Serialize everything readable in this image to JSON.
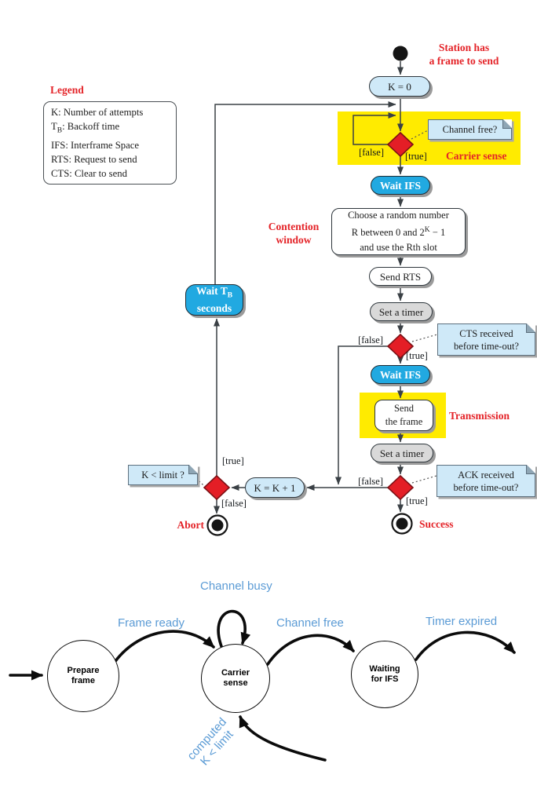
{
  "colors": {
    "red": "#e42328",
    "cyan": "#21a9e1",
    "lightblue": "#cfe9f8",
    "yellow": "#ffeb00",
    "grayfill": "#d9d9d9",
    "line": "#3a4045",
    "noteborder": "#5d707e",
    "bluelabel": "#5b9bd5"
  },
  "legend": {
    "title": "Legend",
    "item_k": "K: Number of attempts",
    "item_tb_pre": "T",
    "item_tb_sub": "B",
    "item_tb_post": ": Backoff time",
    "item_ifs": "IFS: Interframe Space",
    "item_rts": "RTS: Request to send",
    "item_cts": "CTS: Clear to send"
  },
  "flow": {
    "station1": "Station has",
    "station2": "a frame to send",
    "k0": "K = 0",
    "true_label": "[true]",
    "false_label": "[false]",
    "carrier_sense": "Carrier sense",
    "note_channel_free": "Channel free?",
    "wait_ifs": "Wait IFS",
    "contention1": "Contention",
    "contention2": "window",
    "choose1": "Choose a random number",
    "choose2a": "R between 0 and 2",
    "choose2sup": "K",
    "choose2b": " − 1",
    "choose3": "and use the Rth slot",
    "send_rts": "Send RTS",
    "set_timer": "Set a timer",
    "note_cts1": "CTS received",
    "note_cts2": "before time-out?",
    "send_frame1": "Send",
    "send_frame2": "the frame",
    "transmission": "Transmission",
    "note_ack1": "ACK received",
    "note_ack2": "before time-out?",
    "success": "Success",
    "kk1": "K = K + 1",
    "note_klimit": "K < limit ?",
    "abort": "Abort",
    "wait_tb1a": "Wait T",
    "wait_tb1sub": "B",
    "wait_tb2": "seconds"
  },
  "state_machine": {
    "states": [
      {
        "l1": "Prepare",
        "l2": "frame"
      },
      {
        "l1": "Carrier",
        "l2": "sense"
      },
      {
        "l1": "Waiting",
        "l2": "for IFS"
      }
    ],
    "frame_ready": "Frame ready",
    "channel_busy": "Channel busy",
    "channel_free": "Channel free",
    "timer_expired": "Timer expired",
    "computed1": "computed",
    "computed2": "K < limit"
  }
}
